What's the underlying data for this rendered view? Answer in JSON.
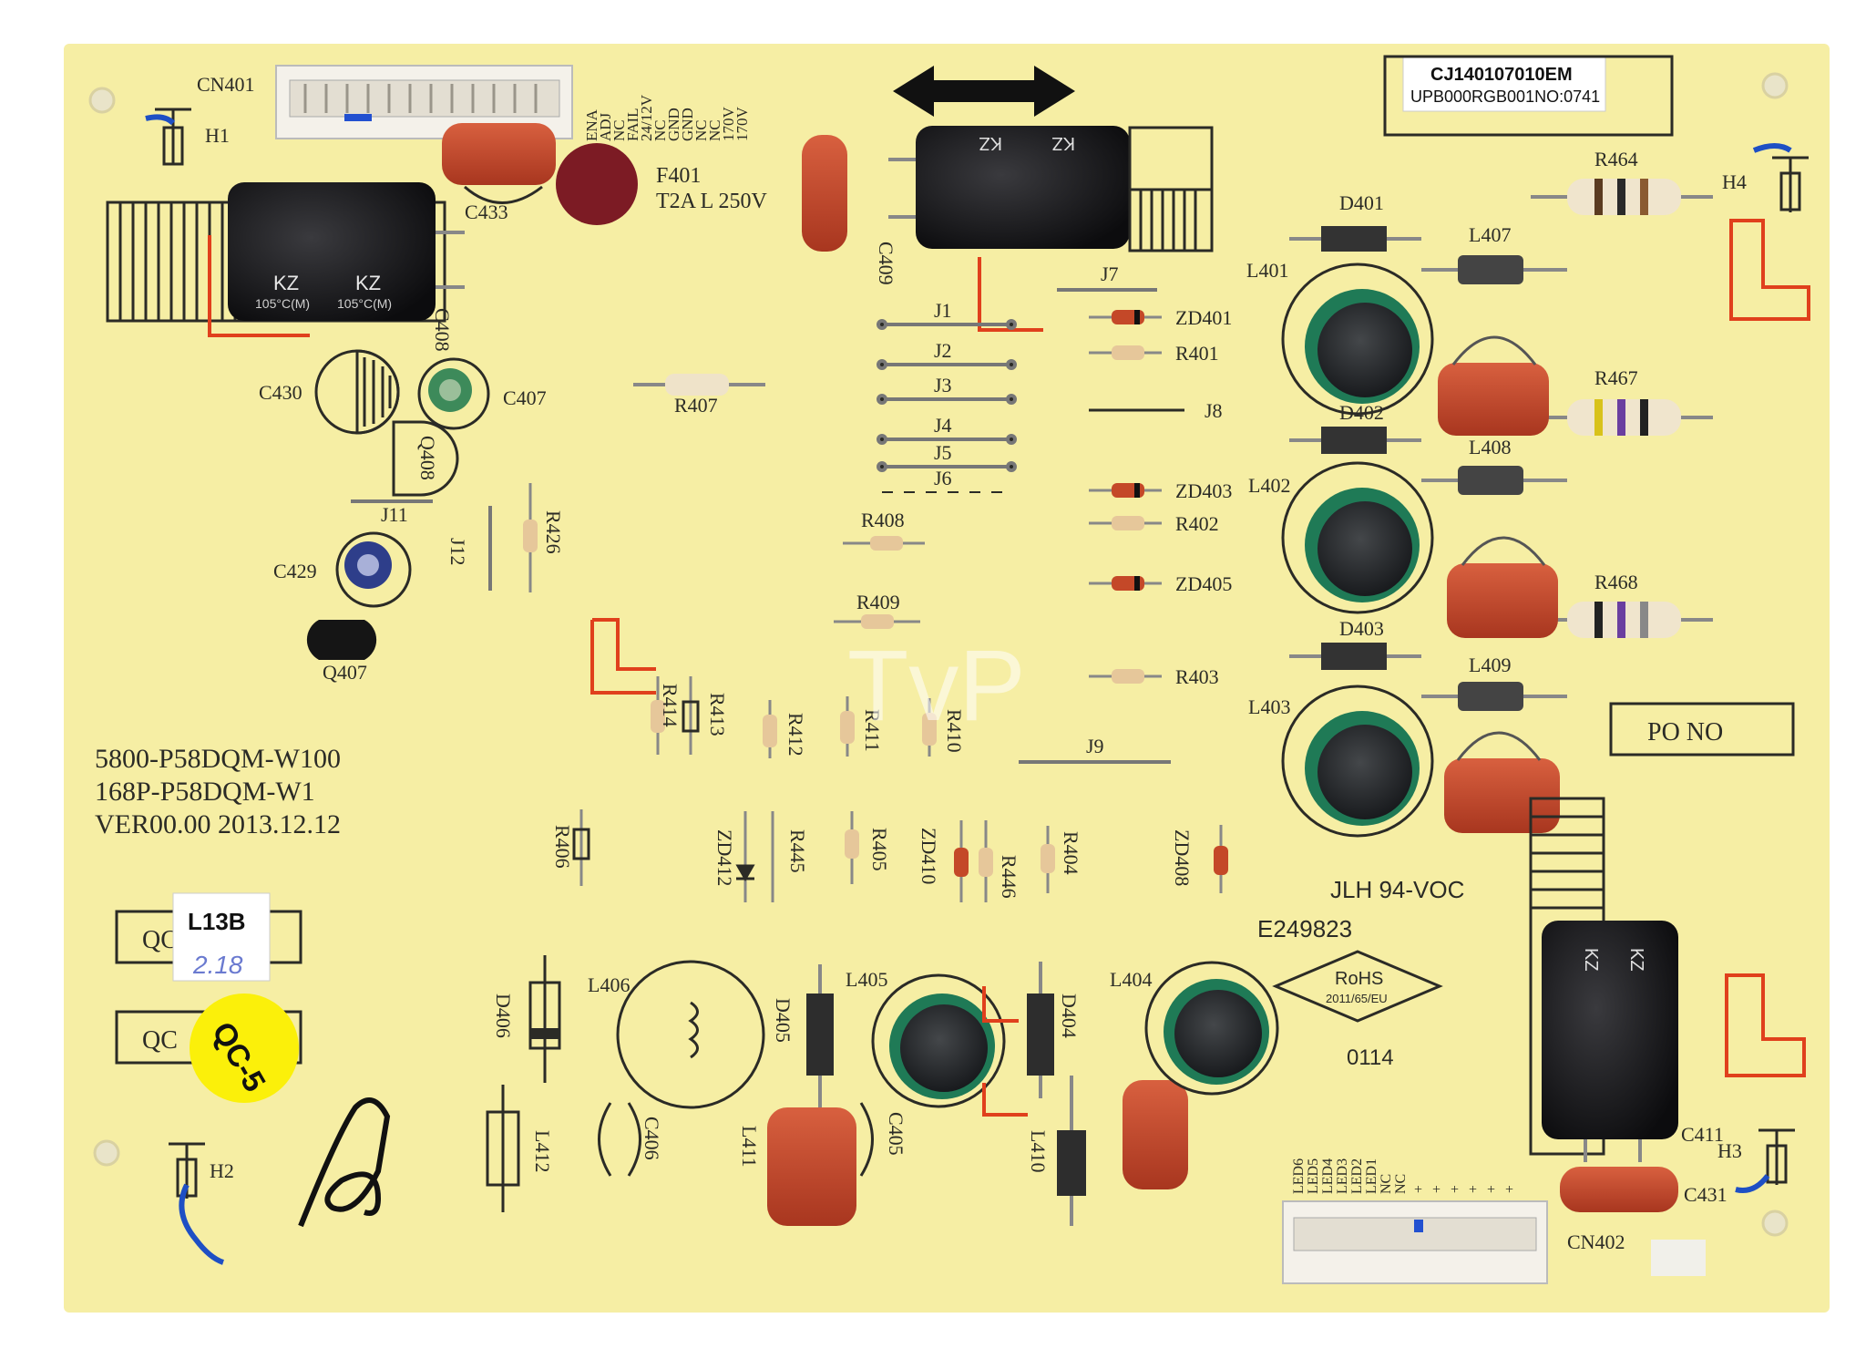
{
  "board": {
    "model_lines": [
      "5800-P58DQM-W100",
      "168P-P58DQM-W1",
      "VER00.00 2013.12.12"
    ],
    "sticker_top": [
      "CJ140107010EM",
      "UPB000RGB001NO:0741"
    ],
    "qc_label": "L13B",
    "qc_handwritten": "2.18",
    "qc_round_sticker": "QC-5",
    "box_left_1": "QC",
    "box_left_2": "QC",
    "po_box": "PO NO",
    "ul_text": "JLH 94-VOC",
    "e_number": "E249823",
    "rohs": "RoHS",
    "rohs_sub": "2011/65/EU",
    "code_0114": "0114",
    "fuse_label": [
      "F401",
      "T2A L 250V"
    ],
    "watermark": "TvP",
    "cn401_pins": [
      "ENA",
      "ADJ",
      "NC",
      "FAIL",
      "24/12V",
      "NC",
      "GND",
      "GND",
      "NC",
      "NC",
      "170V",
      "170V"
    ],
    "cn402_pins": [
      "LED6",
      "LED5",
      "LED4",
      "LED3",
      "LED2",
      "LED1",
      "NC",
      "NC",
      "+",
      "+",
      "+",
      "+",
      "+",
      "+"
    ],
    "capacitor_brand": "KZ",
    "capacitor_temp": "105°C(M)"
  },
  "labels": {
    "cn401": "CN401",
    "cn402": "CN402",
    "h1": "H1",
    "h2": "H2",
    "h3": "H3",
    "h4": "H4",
    "c433": "C433",
    "c408": "C408",
    "c409": "C409",
    "c430": "C430",
    "c407": "C407",
    "c429": "C429",
    "c406": "C406",
    "c405": "C405",
    "c411": "C411",
    "c431": "C431",
    "q408": "Q408",
    "q407": "Q407",
    "j1": "J1",
    "j2": "J2",
    "j3": "J3",
    "j4": "J4",
    "j5": "J5",
    "j6": "J6",
    "j7": "J7",
    "j8": "J8",
    "j9": "J9",
    "j11": "J11",
    "j12": "J12",
    "r401": "R401",
    "r402": "R402",
    "r403": "R403",
    "r404": "R404",
    "r405": "R405",
    "r406": "R406",
    "r407": "R407",
    "r408": "R408",
    "r409": "R409",
    "r410": "R410",
    "r411": "R411",
    "r412": "R412",
    "r413": "R413",
    "r414": "R414",
    "r426": "R426",
    "r445": "R445",
    "r446": "R446",
    "r464": "R464",
    "r467": "R467",
    "r468": "R468",
    "zd401": "ZD401",
    "zd403": "ZD403",
    "zd405": "ZD405",
    "zd408": "ZD408",
    "zd410": "ZD410",
    "zd412": "ZD412",
    "d401": "D401",
    "d402": "D402",
    "d403": "D403",
    "d404": "D404",
    "d405": "D405",
    "d406": "D406",
    "l401": "L401",
    "l402": "L402",
    "l403": "L403",
    "l404": "L404",
    "l405": "L405",
    "l406": "L406",
    "l407": "L407",
    "l408": "L408",
    "l409": "L409",
    "l410": "L410",
    "l411": "L411",
    "l412": "L412"
  },
  "colors": {
    "pcb": "#f7efa8",
    "silkscreen": "#2b2b26",
    "red_marker": "#e0401c",
    "cap_film": "#c4432a",
    "electrolytic": "#1a1a1c",
    "inductor_green": "#1f7a56",
    "sticker_yellow": "#fbf00a"
  }
}
